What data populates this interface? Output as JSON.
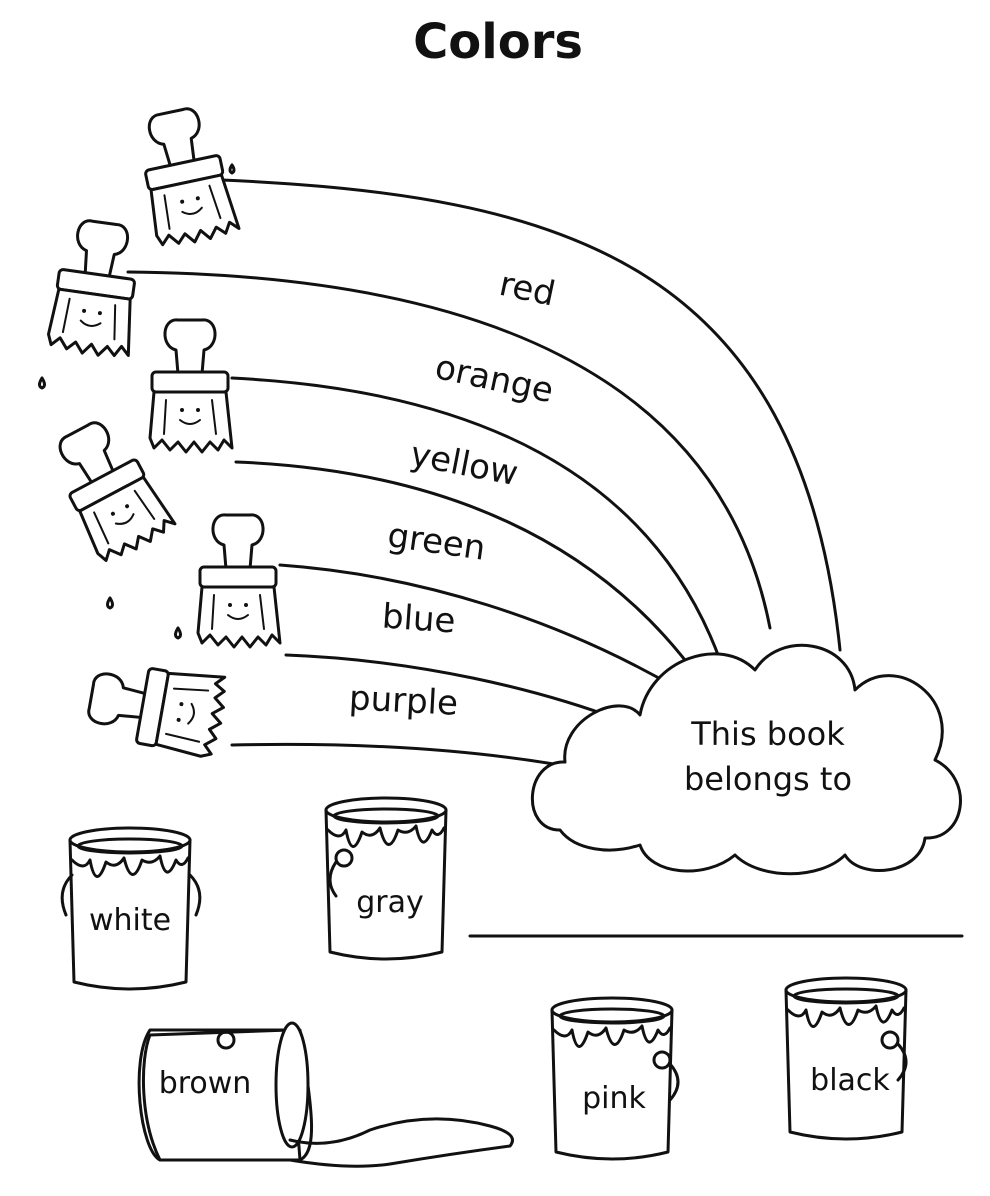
{
  "page": {
    "title": "Colors"
  },
  "rainbow": {
    "bands": [
      {
        "label": "red"
      },
      {
        "label": "orange"
      },
      {
        "label": "yellow"
      },
      {
        "label": "green"
      },
      {
        "label": "blue"
      },
      {
        "label": "purple"
      }
    ]
  },
  "cloud": {
    "line1": "This book",
    "line2": "belongs to"
  },
  "paint_cans": [
    {
      "label": "white"
    },
    {
      "label": "gray"
    },
    {
      "label": "brown"
    },
    {
      "label": "pink"
    },
    {
      "label": "black"
    }
  ],
  "icons": {
    "brush": "paintbrush-face-icon",
    "can": "paint-can-icon"
  },
  "colors": {
    "ink": "#111111",
    "paper": "#ffffff"
  }
}
